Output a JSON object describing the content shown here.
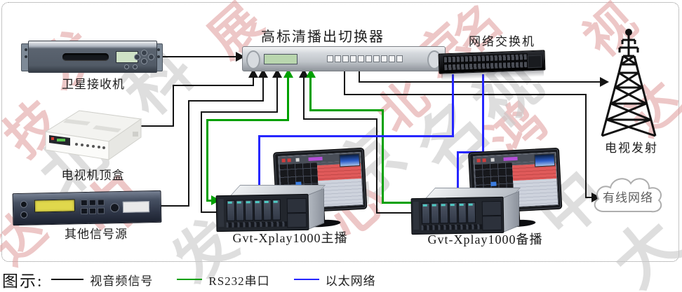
{
  "watermark": {
    "chars": [
      "发",
      "展",
      "技",
      "中",
      "达",
      "北",
      "京",
      "名",
      "视",
      "鸿",
      "达",
      "心",
      "科",
      "京",
      "名",
      "视",
      "北",
      "中",
      "发",
      "大"
    ],
    "red_color": "#de9696",
    "gray_color": "#c8c8c8"
  },
  "devices": {
    "satellite": {
      "label": "卫星接收机"
    },
    "settopbox": {
      "label": "电视机顶盒"
    },
    "othersource": {
      "label": "其他信号源"
    },
    "switcher": {
      "label": "高标清播出切换器"
    },
    "netswitch": {
      "label": "网络交换机"
    },
    "tower": {
      "label": "电视发射"
    },
    "cloud": {
      "label": "有线网络"
    },
    "main_station": {
      "label": "Gvt-Xplay1000主播"
    },
    "backup_station": {
      "label": "Gvt-Xplay1000备播"
    }
  },
  "legend": {
    "title": "图示:",
    "items": [
      {
        "label": "视音频信号",
        "color": "#141414"
      },
      {
        "label": "RS232串口",
        "color": "#00a000"
      },
      {
        "label": "以太网络",
        "color": "#2626ff"
      }
    ]
  }
}
